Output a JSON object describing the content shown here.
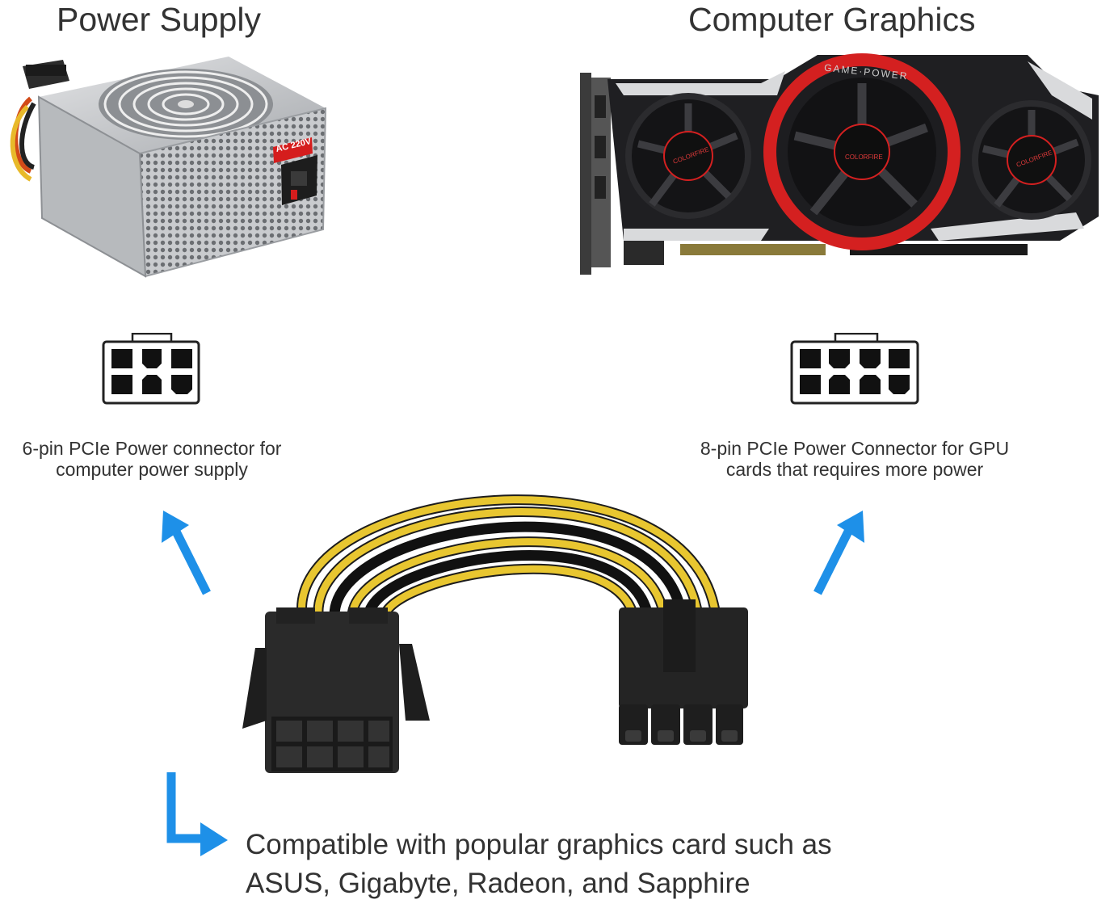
{
  "headings": {
    "power_supply": "Power Supply",
    "computer_graphics": "Computer Graphics"
  },
  "captions": {
    "six_pin": [
      "6-pin PCIe Power connector for",
      "computer power supply"
    ],
    "eight_pin": [
      "8-pin PCIe Power Connector for GPU",
      "cards that requires more power"
    ]
  },
  "psu_label": "AC 220V",
  "gpu_brand": {
    "ring_text": "GAME·POWER",
    "fan_logo": "COLORFIRE"
  },
  "compatibility": [
    "Compatible with popular graphics card such as",
    "ASUS, Gigabyte, Radeon, and Sapphire"
  ],
  "colors": {
    "arrow_blue": "#1e90e8",
    "wire_yellow": "#e8c630",
    "wire_black": "#1c1c1c",
    "connector": "#2a2a2a",
    "gpu_red": "#d42020",
    "psu_silver": "#c7c9cc"
  },
  "icons": {
    "power_supply": "power-supply-unit-icon",
    "graphics_card": "graphics-card-icon",
    "six_pin": "six-pin-connector-icon",
    "eight_pin": "eight-pin-connector-icon",
    "arrows": "arrow-icon",
    "cable": "pcie-adapter-cable-icon"
  }
}
